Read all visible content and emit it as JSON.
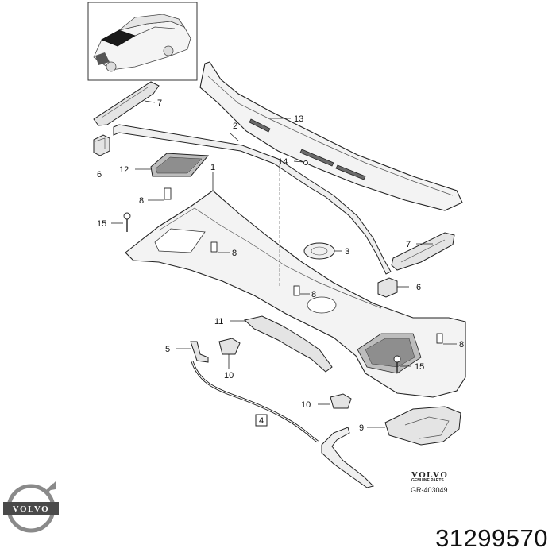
{
  "diagram": {
    "callouts": [
      {
        "id": "label-7a",
        "text": "7"
      },
      {
        "id": "label-13",
        "text": "13"
      },
      {
        "id": "label-2",
        "text": "2"
      },
      {
        "id": "label-6a",
        "text": "6"
      },
      {
        "id": "label-14",
        "text": "14"
      },
      {
        "id": "label-12",
        "text": "12"
      },
      {
        "id": "label-1",
        "text": "1"
      },
      {
        "id": "label-8a",
        "text": "8"
      },
      {
        "id": "label-15a",
        "text": "15"
      },
      {
        "id": "label-8b",
        "text": "8"
      },
      {
        "id": "label-3",
        "text": "3"
      },
      {
        "id": "label-7b",
        "text": "7"
      },
      {
        "id": "label-6b",
        "text": "6"
      },
      {
        "id": "label-8c",
        "text": "8"
      },
      {
        "id": "label-11",
        "text": "11"
      },
      {
        "id": "label-5",
        "text": "5"
      },
      {
        "id": "label-10a",
        "text": "10"
      },
      {
        "id": "label-8d",
        "text": "8"
      },
      {
        "id": "label-15b",
        "text": "15"
      },
      {
        "id": "label-10b",
        "text": "10"
      },
      {
        "id": "label-4",
        "text": "4"
      },
      {
        "id": "label-9",
        "text": "9"
      }
    ]
  },
  "brand": {
    "word": "VOLVO",
    "sub": "GENUINE PARTS",
    "ref": "GR-403049",
    "logo_word": "VOLVO"
  },
  "part_number": "31299570"
}
